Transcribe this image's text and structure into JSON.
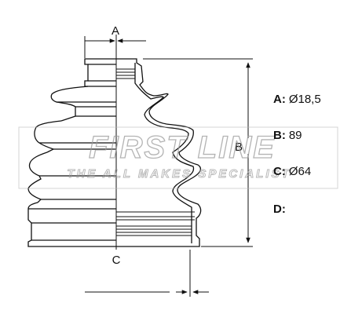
{
  "diagram": {
    "dimension_labels": {
      "a": "A",
      "b": "B",
      "c": "C"
    },
    "specs": [
      {
        "key": "A:",
        "value": "Ø18,5"
      },
      {
        "key": "B:",
        "value": "89"
      },
      {
        "key": "C:",
        "value": "Ø64"
      },
      {
        "key": "D:",
        "value": ""
      }
    ]
  },
  "watermark": {
    "brand": "FIRST LINE",
    "tagline": "THE ALL MAKES SPECIALIST"
  },
  "colors": {
    "line": "#111111",
    "watermark": "#9a9a9a",
    "background": "#ffffff"
  }
}
